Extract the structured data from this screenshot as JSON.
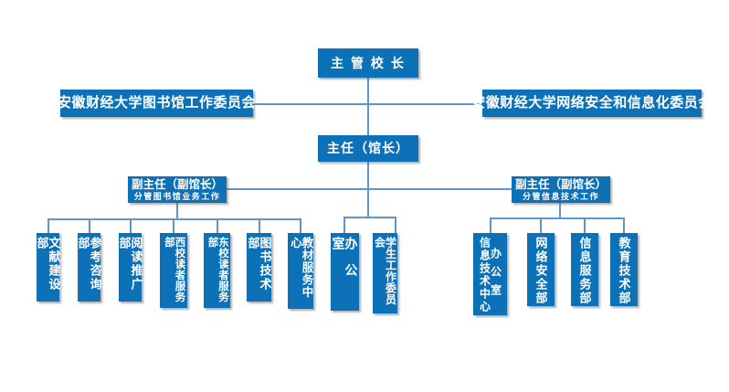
{
  "org_chart": {
    "root": {
      "label": "主 管 校 长"
    },
    "committee_left": {
      "label": "安徽财经大学图书馆工作委员会"
    },
    "committee_right": {
      "label": "安徽财经大学网络安全和信息化委员会"
    },
    "director": {
      "label": "主任（馆长）"
    },
    "deputy_left": {
      "title": "副主任（副馆长）",
      "subtitle": "分管图书馆业务工作"
    },
    "deputy_right": {
      "title": "副主任（副馆长）",
      "subtitle": "分管信息技术工作"
    },
    "library_departments": [
      "文献建设部",
      "参考咨询部",
      "阅读推广部",
      "西校读者服务部",
      "东校读者服务部",
      "图书技术部",
      "教材服务中心"
    ],
    "direct_departments": [
      "办公室",
      "学生工作委员会"
    ],
    "it_departments": [
      {
        "main": "信息技术中心",
        "sub": "办公室"
      },
      {
        "main": "网络安全部"
      },
      {
        "main": "信息服务部"
      },
      {
        "main": "教育技术部"
      }
    ],
    "colors": {
      "box_fill": "#0d71b8",
      "connector": "#5e95cb",
      "text": "#ffffff",
      "background": "#ffffff"
    }
  }
}
